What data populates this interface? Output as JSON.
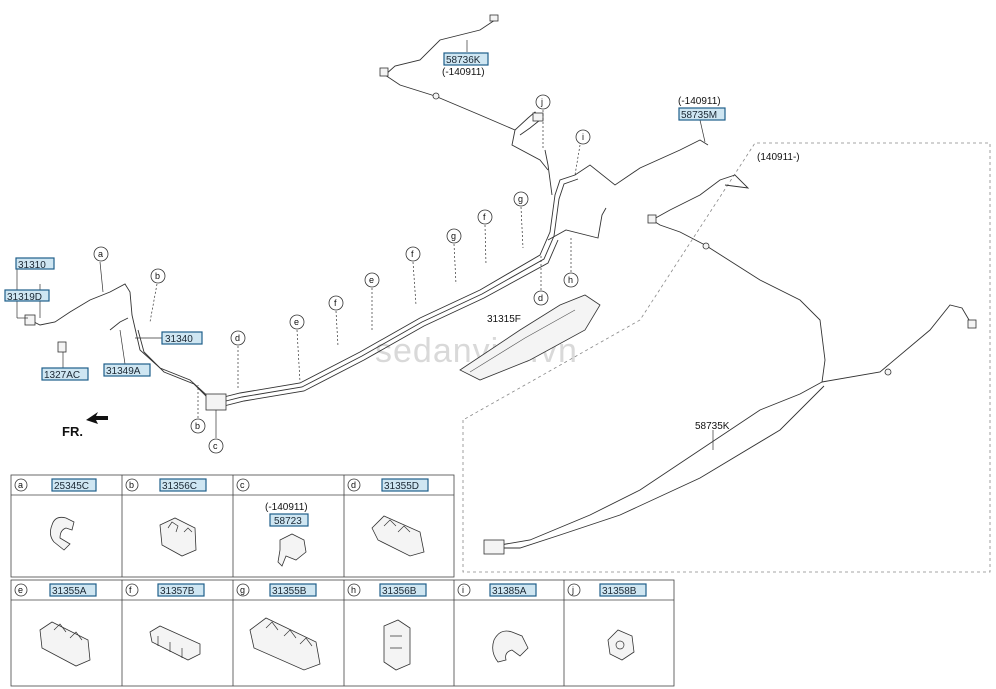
{
  "labels": {
    "p58736K": "58736K",
    "p58736K_date": "(-140911)",
    "p58735M_date": "(-140911)",
    "p58735M": "58735M",
    "region_date": "(140911-)",
    "p31310": "31310",
    "p31319D": "31319D",
    "p1327AC": "1327AC",
    "p31340": "31340",
    "p31349A": "31349A",
    "p31315F": "31315F",
    "p58735K": "58735K",
    "fr": "FR.",
    "watermark": "sedanviet.vn"
  },
  "callouts": {
    "a": "a",
    "b": "b",
    "c": "c",
    "d": "d",
    "e": "e",
    "f": "f",
    "g": "g",
    "h": "h",
    "i": "i",
    "j": "j"
  },
  "table": {
    "row1": [
      {
        "key": "a",
        "part": "25345C",
        "note": ""
      },
      {
        "key": "b",
        "part": "31356C",
        "note": ""
      },
      {
        "key": "c",
        "part": "58723",
        "note": "(-140911)"
      },
      {
        "key": "d",
        "part": "31355D",
        "note": ""
      }
    ],
    "row2": [
      {
        "key": "e",
        "part": "31355A"
      },
      {
        "key": "f",
        "part": "31357B"
      },
      {
        "key": "g",
        "part": "31355B"
      },
      {
        "key": "h",
        "part": "31356B"
      },
      {
        "key": "i",
        "part": "31385A"
      },
      {
        "key": "j",
        "part": "31358B"
      }
    ]
  },
  "colors": {
    "part_box_fill": "#cfe6f2",
    "part_box_stroke": "#1f5f8a"
  }
}
